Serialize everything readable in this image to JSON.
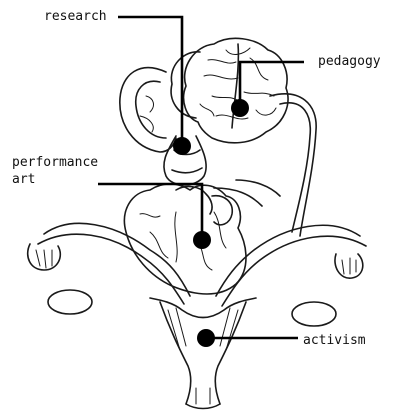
{
  "labels": {
    "research": "research",
    "pedagogy": "pedagogy",
    "performance_line1": "performance",
    "performance_line2": "art",
    "activism": "activism"
  },
  "colors": {
    "ink": "#1a1a1a",
    "node": "#000000",
    "background": "#ffffff"
  }
}
